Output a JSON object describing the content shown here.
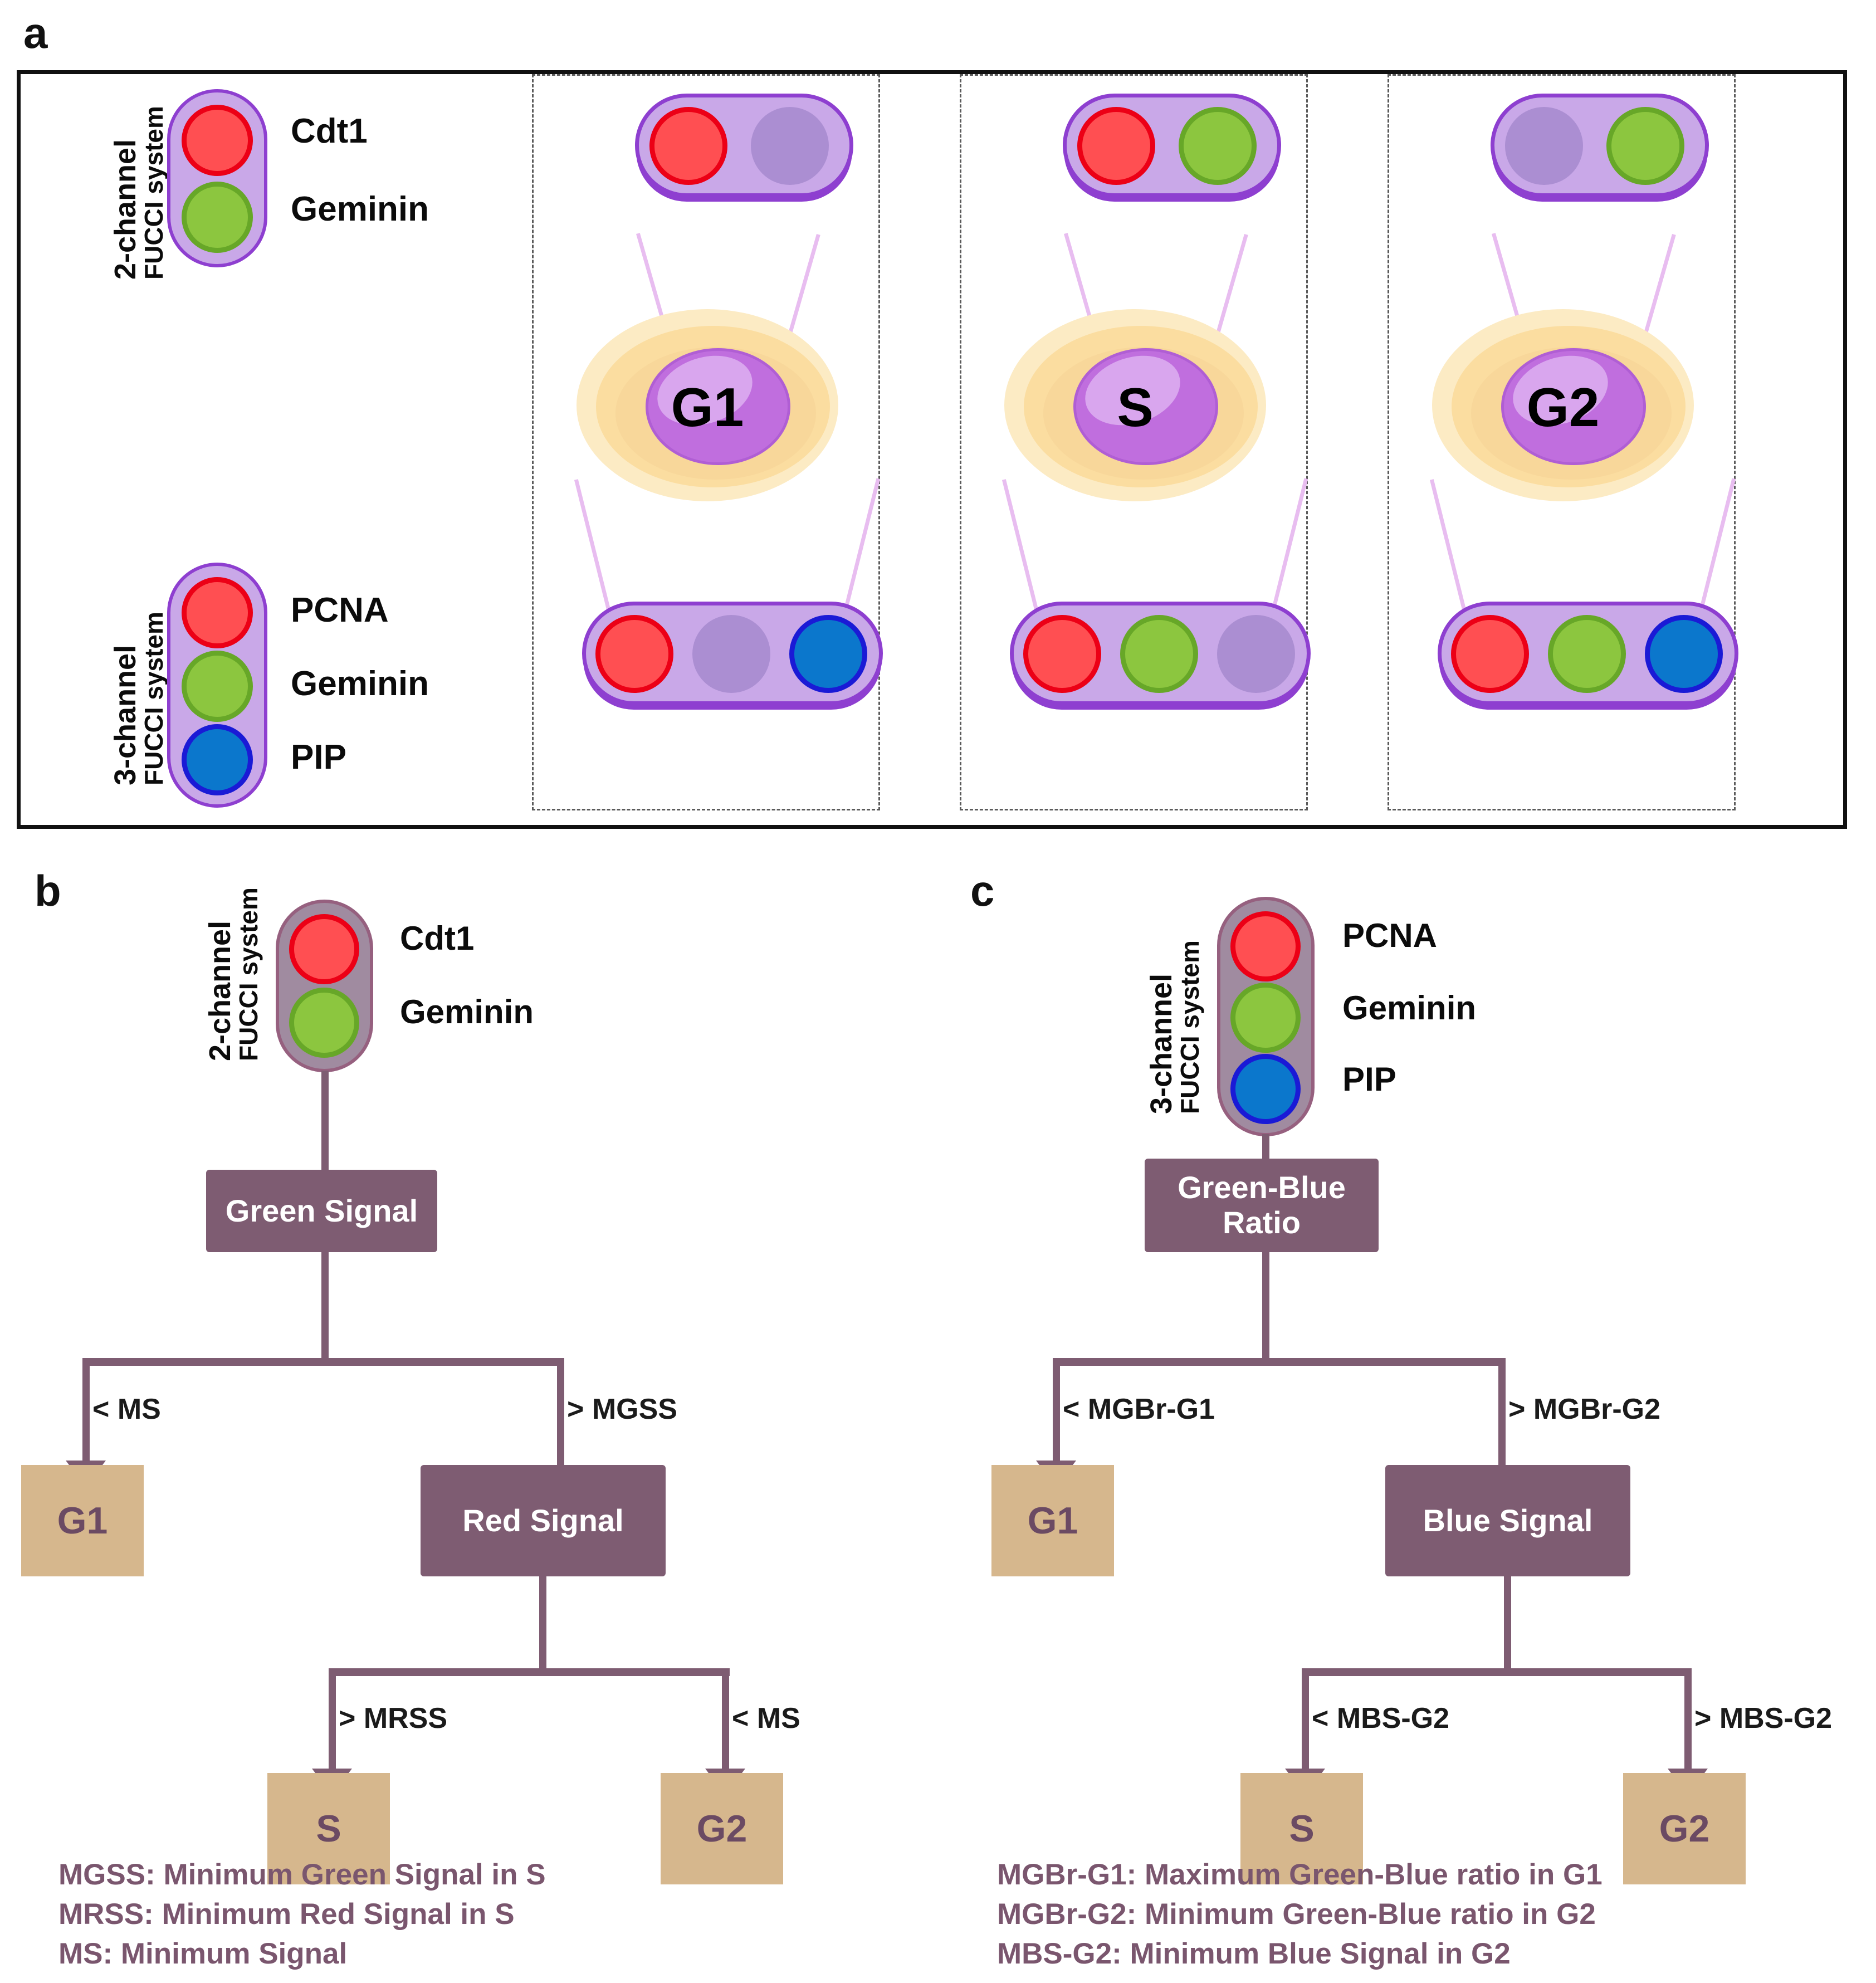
{
  "panels": {
    "a": {
      "letter": "a"
    },
    "b": {
      "letter": "b"
    },
    "c": {
      "letter": "c"
    }
  },
  "legends": {
    "two_channel": {
      "title_line1": "2-channel",
      "title_line2": "FUCCI system",
      "channels": [
        {
          "name": "Cdt1",
          "color": "#ff4f52",
          "icon": "red-lamp-icon"
        },
        {
          "name": "Geminin",
          "color": "#8cc63f",
          "icon": "green-lamp-icon"
        }
      ]
    },
    "three_channel": {
      "title_line1": "3-channel",
      "title_line2": "FUCCI system",
      "channels": [
        {
          "name": "PCNA",
          "color": "#ff4f52",
          "icon": "red-lamp-icon"
        },
        {
          "name": "Geminin",
          "color": "#8cc63f",
          "icon": "green-lamp-icon"
        },
        {
          "name": "PIP",
          "color": "#0b77cc",
          "icon": "blue-lamp-icon"
        }
      ]
    }
  },
  "phases": [
    {
      "name": "G1",
      "two_channel_state": [
        "on",
        "off"
      ],
      "three_channel_state": [
        "on",
        "off",
        "on"
      ]
    },
    {
      "name": "S",
      "two_channel_state": [
        "on",
        "on"
      ],
      "three_channel_state": [
        "on",
        "on",
        "off"
      ]
    },
    {
      "name": "G2",
      "two_channel_state": [
        "off",
        "on"
      ],
      "three_channel_state": [
        "on",
        "on",
        "on"
      ]
    }
  ],
  "flow_b": {
    "root_label_line1": "Green Signal",
    "root_label_line2": "",
    "branch1_left_label": "< MS",
    "branch1_right_label": "> MGSS",
    "left_outcome": "G1",
    "second_node_label": "Red Signal",
    "branch2_left_label": "> MRSS",
    "branch2_right_label": "< MS",
    "branch2_left_outcome": "S",
    "branch2_right_outcome": "G2",
    "abbreviations": [
      "MGSS: Minimum Green Signal in S",
      "MRSS: Minimum Red Signal in S",
      "MS: Minimum Signal"
    ]
  },
  "flow_c": {
    "root_label_line1": "Green-Blue",
    "root_label_line2": "Ratio",
    "branch1_left_label": "< MGBr-G1",
    "branch1_right_label": "> MGBr-G2",
    "left_outcome": "G1",
    "second_node_label": "Blue Signal",
    "branch2_left_label": "< MBS-G2",
    "branch2_right_label": "> MBS-G2",
    "branch2_left_outcome": "S",
    "branch2_right_outcome": "G2",
    "abbreviations": [
      "MGBr-G1: Maximum Green-Blue ratio in G1",
      "MGBr-G2: Minimum Green-Blue ratio in G2",
      "MBS-G2: Minimum Blue Signal in G2"
    ]
  },
  "colors": {
    "flow_node": "#7e5c72",
    "outcome_node": "#d6b78d",
    "outcome_text": "#6b4a63",
    "abbrev_text": "#7a566e",
    "cytoplasm": "#fbdda0",
    "nucleus": "#c06ede",
    "reporter_body_a": "#c9a8e8",
    "reporter_body_bc": "#a08ba0"
  }
}
